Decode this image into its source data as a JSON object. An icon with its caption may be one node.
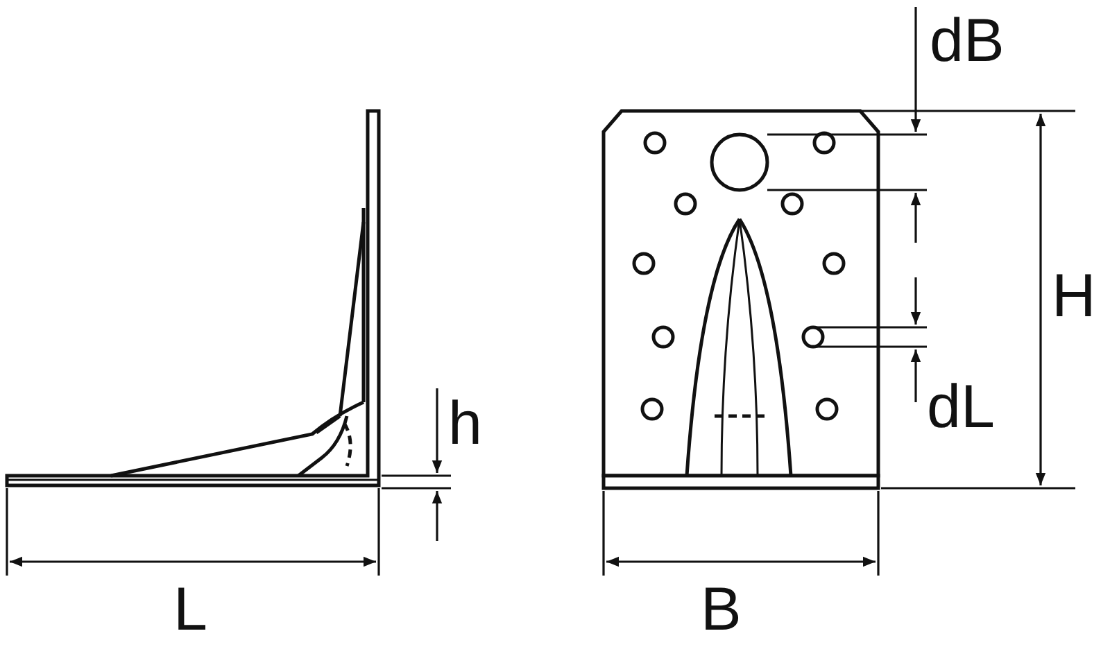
{
  "diagram": {
    "labels": [
      "dB",
      "H",
      "h",
      "dL",
      "L",
      "B"
    ]
  }
}
